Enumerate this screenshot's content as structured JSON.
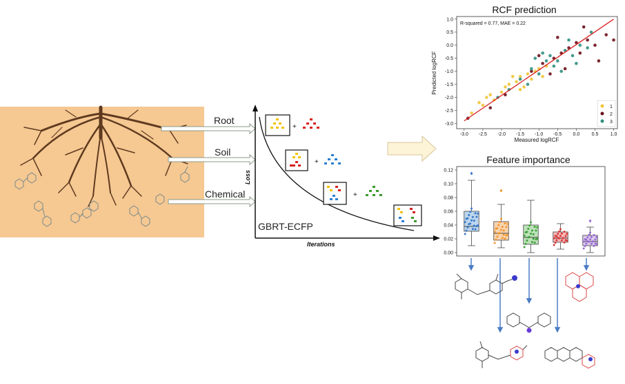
{
  "labels": {
    "root": "Root",
    "soil": "Soil",
    "chemical": "Chemical",
    "model": "GBRT-ECFP",
    "loss_axis": "Loss",
    "iterations_axis": "Iterations"
  },
  "rcf": {
    "title": "RCF prediction",
    "stats": "R-squared = 0.77, MAE = 0.22",
    "xlabel": "Measured logRCF",
    "ylabel": "Predicted logRCF",
    "x_ticks": [
      "-3.0",
      "-2.5",
      "-2.0",
      "-1.5",
      "-1.0",
      "-0.5",
      "0.0",
      "0.5",
      "1.0"
    ],
    "y_ticks": [
      "1.0",
      "0.5",
      "0.0",
      "-0.5",
      "-1.0",
      "-1.5",
      "-2.0",
      "-2.5",
      "-3.0"
    ],
    "legend": [
      "1",
      "2",
      "3"
    ],
    "colors": [
      "#f0c43a",
      "#6b0f1a",
      "#2f8f7f"
    ]
  },
  "importance": {
    "title": "Feature importance",
    "y_ticks": [
      "0.12",
      "0.10",
      "0.08",
      "0.06",
      "0.04",
      "0.02",
      "0.00"
    ],
    "box_colors": [
      "#9ec3e6",
      "#f6c08c",
      "#9fd49a",
      "#f29a9a",
      "#c9b4e3"
    ],
    "point_colors": [
      "#3b78c9",
      "#f0972e",
      "#3fa33a",
      "#d93a3a",
      "#9a6ad1"
    ]
  },
  "chart_data": [
    {
      "type": "scatter",
      "title": "RCF prediction",
      "xlabel": "Measured logRCF",
      "ylabel": "Predicted logRCF",
      "xlim": [
        -3.2,
        1.1
      ],
      "ylim": [
        -3.2,
        1.1
      ],
      "series": [
        {
          "name": "1",
          "points": [
            [
              -2.8,
              -2.6
            ],
            [
              -2.5,
              -2.3
            ],
            [
              -2.4,
              -2.0
            ],
            [
              -2.2,
              -2.1
            ],
            [
              -2.0,
              -1.8
            ],
            [
              -1.9,
              -1.6
            ],
            [
              -1.8,
              -1.5
            ],
            [
              -1.6,
              -1.4
            ],
            [
              -1.5,
              -1.2
            ],
            [
              -1.4,
              -1.6
            ],
            [
              -1.3,
              -1.1
            ],
            [
              -1.2,
              -1.3
            ],
            [
              -1.1,
              -1.0
            ],
            [
              -1.0,
              -0.9
            ],
            [
              -0.9,
              -1.2
            ],
            [
              -2.3,
              -1.9
            ],
            [
              -1.7,
              -1.2
            ],
            [
              -0.8,
              -0.8
            ],
            [
              -2.6,
              -2.2
            ],
            [
              -1.5,
              -1.7
            ]
          ]
        },
        {
          "name": "2",
          "points": [
            [
              -2.9,
              -2.8
            ],
            [
              -2.3,
              -2.4
            ],
            [
              -1.9,
              -1.9
            ],
            [
              -1.2,
              -1.0
            ],
            [
              -0.9,
              -0.7
            ],
            [
              -0.6,
              -0.5
            ],
            [
              -0.4,
              -0.3
            ],
            [
              -0.2,
              -0.1
            ],
            [
              0.0,
              0.1
            ],
            [
              0.1,
              -0.3
            ],
            [
              0.3,
              0.2
            ],
            [
              0.5,
              0.0
            ],
            [
              0.6,
              -0.6
            ],
            [
              0.8,
              0.4
            ],
            [
              1.0,
              0.2
            ],
            [
              -0.5,
              0.3
            ],
            [
              -0.3,
              -0.9
            ],
            [
              -0.7,
              -1.1
            ],
            [
              0.2,
              0.7
            ],
            [
              -1.0,
              -0.4
            ]
          ]
        },
        {
          "name": "3",
          "points": [
            [
              -2.1,
              -2.0
            ],
            [
              -1.8,
              -1.7
            ],
            [
              -1.5,
              -1.3
            ],
            [
              -1.2,
              -0.9
            ],
            [
              -1.0,
              -1.1
            ],
            [
              -0.8,
              -0.6
            ],
            [
              -0.7,
              -0.4
            ],
            [
              -0.5,
              -0.6
            ],
            [
              -0.3,
              -0.2
            ],
            [
              -0.1,
              -0.4
            ],
            [
              0.1,
              0.0
            ],
            [
              0.3,
              -0.1
            ],
            [
              -0.9,
              -0.3
            ],
            [
              -0.6,
              -0.8
            ],
            [
              -1.3,
              -1.5
            ],
            [
              0.4,
              0.5
            ],
            [
              -0.2,
              0.2
            ],
            [
              -1.1,
              -0.5
            ],
            [
              -0.4,
              -1.0
            ],
            [
              0.0,
              -0.7
            ]
          ]
        }
      ],
      "fit_line": [
        [
          -3.0,
          -2.9
        ],
        [
          1.0,
          1.0
        ]
      ]
    },
    {
      "type": "box",
      "title": "Feature importance",
      "ylim": [
        -0.005,
        0.125
      ],
      "boxes": [
        {
          "min": 0.01,
          "q1": 0.031,
          "median": 0.038,
          "q3": 0.06,
          "max": 0.105,
          "outliers": [
            0.115
          ]
        },
        {
          "min": 0.007,
          "q1": 0.018,
          "median": 0.028,
          "q3": 0.045,
          "max": 0.07,
          "outliers": [
            0.09
          ]
        },
        {
          "min": 0.0,
          "q1": 0.012,
          "median": 0.022,
          "q3": 0.04,
          "max": 0.076,
          "outliers": []
        },
        {
          "min": 0.005,
          "q1": 0.015,
          "median": 0.021,
          "q3": 0.03,
          "max": 0.042,
          "outliers": []
        },
        {
          "min": 0.0,
          "q1": 0.01,
          "median": 0.016,
          "q3": 0.025,
          "max": 0.037,
          "outliers": [
            0.046
          ]
        }
      ]
    }
  ]
}
